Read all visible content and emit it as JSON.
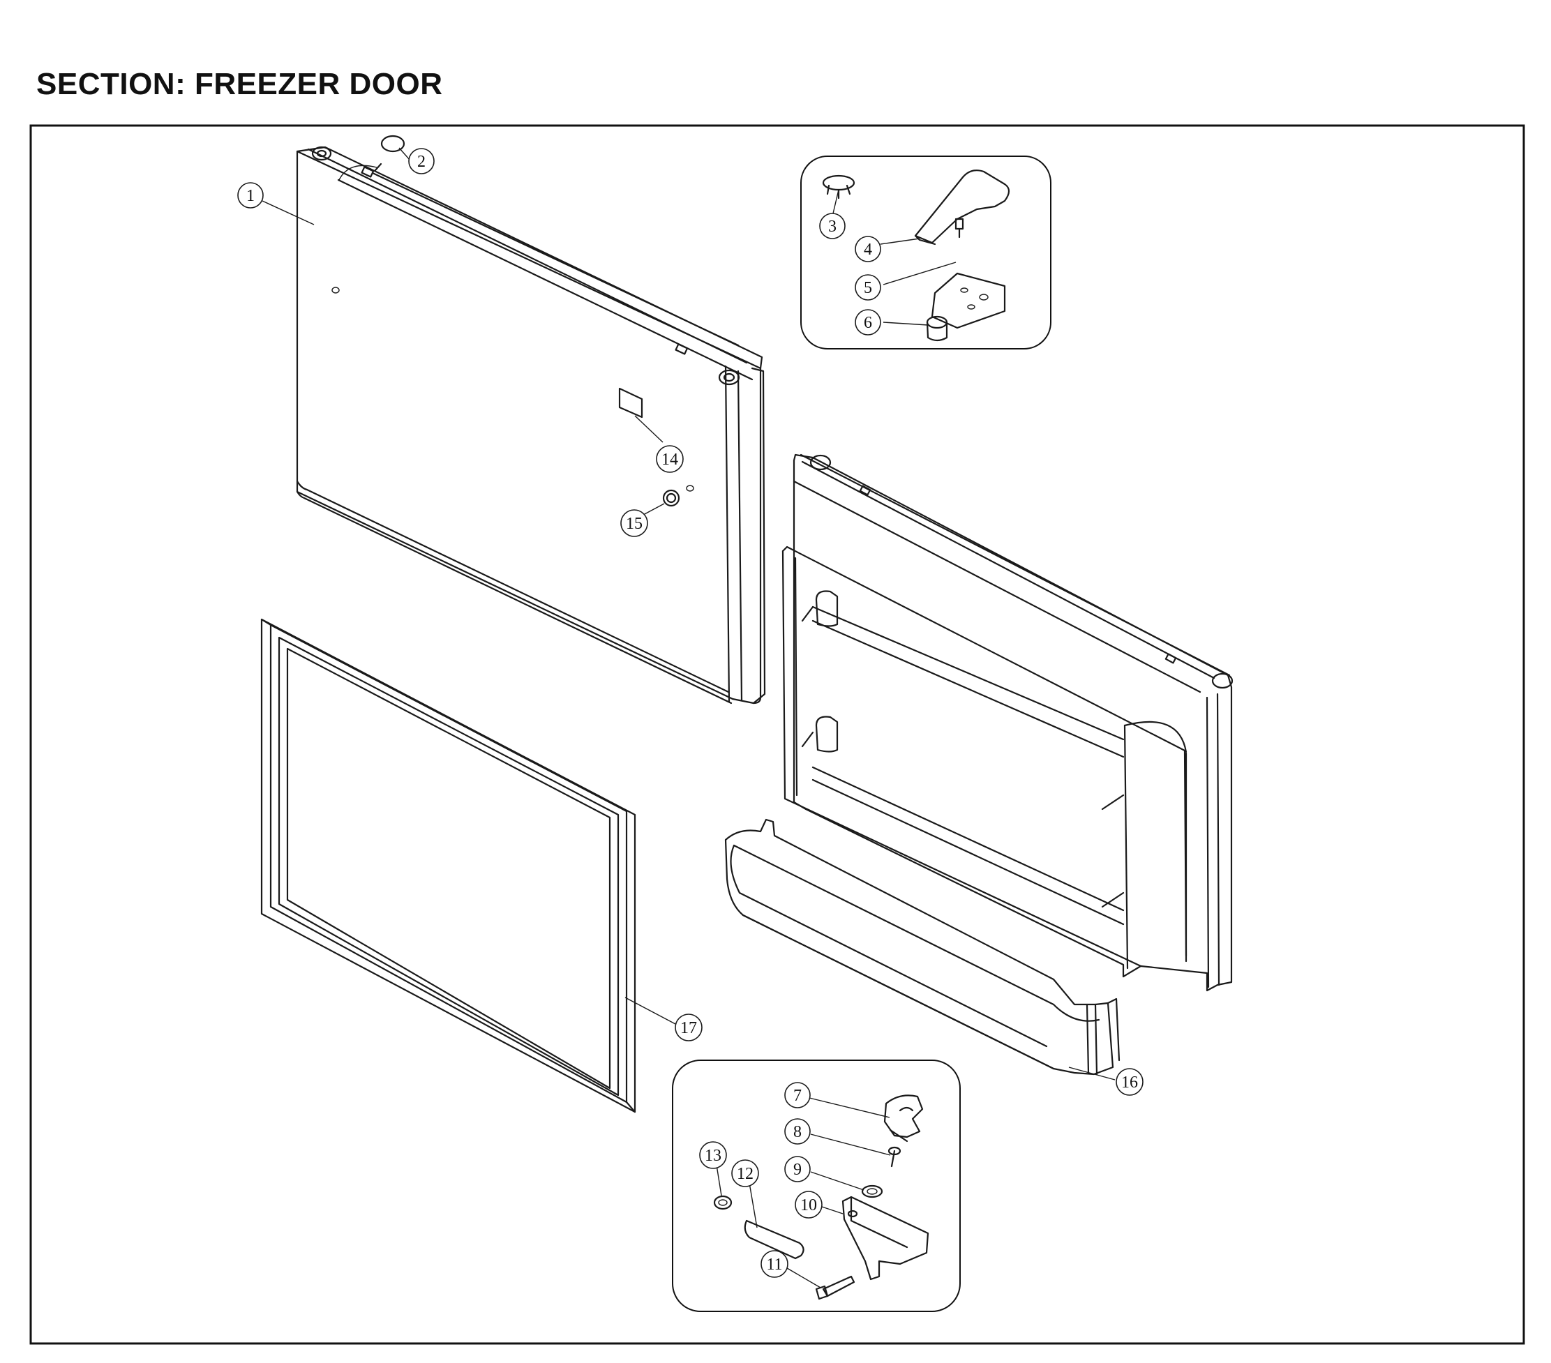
{
  "title": "SECTION: FREEZER DOOR",
  "callouts": [
    {
      "id": "c1",
      "label": "1"
    },
    {
      "id": "c2",
      "label": "2"
    },
    {
      "id": "c3",
      "label": "3"
    },
    {
      "id": "c4",
      "label": "4"
    },
    {
      "id": "c5",
      "label": "5"
    },
    {
      "id": "c6",
      "label": "6"
    },
    {
      "id": "c7",
      "label": "7"
    },
    {
      "id": "c8",
      "label": "8"
    },
    {
      "id": "c9",
      "label": "9"
    },
    {
      "id": "c10",
      "label": "10"
    },
    {
      "id": "c11",
      "label": "11"
    },
    {
      "id": "c12",
      "label": "12"
    },
    {
      "id": "c13",
      "label": "13"
    },
    {
      "id": "c14",
      "label": "14"
    },
    {
      "id": "c15",
      "label": "15"
    },
    {
      "id": "c16",
      "label": "16"
    },
    {
      "id": "c17",
      "label": "17"
    }
  ]
}
